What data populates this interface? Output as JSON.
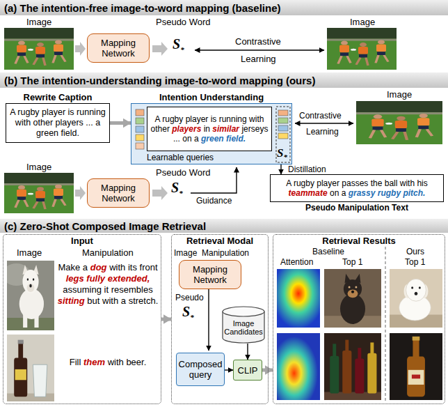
{
  "diagram": {
    "nodes": [
      {
        "text": [
          "(a) The intention-free image-to-word mapping (baseline)"
        ]
      },
      {
        "text": [
          "Mapping Network"
        ]
      },
      {
        "text": [
          "(b) The intention-understanding image-to-word mapping (ours)"
        ]
      },
      {
        "text": [
          "Rewrite Caption",
          "A rugby player is running with other players ... a green field."
        ]
      },
      {
        "text": [
          "Intention Understanding",
          "Learnable queries"
        ]
      },
      {
        "text": [
          "A rugby player is running with other players in similar jerseys ... on a green field."
        ],
        "in": 4
      },
      {
        "text": [
          "A rugby player passes the ball with his teammate on a grassy rugby pitch.",
          "Pseudo Manipulation Text"
        ]
      },
      {
        "text": [
          "Mapping Network"
        ]
      },
      {
        "text": [
          "(c) Zero-Shot Composed Image Retrieval"
        ]
      },
      {
        "text": [
          "Input"
        ]
      },
      {
        "text": [
          "Retrieval Modal"
        ]
      },
      {
        "text": [
          "Mapping Network"
        ],
        "in": 10
      },
      {
        "text": [
          "Image Candidates"
        ],
        "in": 10
      },
      {
        "text": [
          "Composed query"
        ],
        "in": 10
      },
      {
        "text": [
          "CLIP"
        ],
        "in": 10
      },
      {
        "text": [
          "Retrieval Results"
        ]
      }
    ],
    "edges": [
      {
        "from": 3,
        "to": 4,
        "arrow": "to"
      },
      {
        "from": 4,
        "to": 6,
        "arrow": "to",
        "label": "Distillation"
      },
      {
        "from": 9,
        "to": 10,
        "arrow": "to"
      },
      {
        "from": 13,
        "to": 14,
        "arrow": "to"
      },
      {
        "from": 12,
        "to": 14,
        "arrow": "to"
      },
      {
        "from": 14,
        "to": 15,
        "arrow": "to"
      }
    ],
    "labels": [
      "Image",
      "Pseudo Word",
      "S*",
      "Contrastive",
      "Learning",
      "Image",
      "S*",
      "Image",
      "Contrastive",
      "Learning",
      "Image",
      "Pseudo Word",
      "S*",
      "Guidance",
      "Image",
      "Manipulation",
      "Make a dog with its front legs fully extended, assuming it resembles sitting but with a stretch.",
      "Fill them with beer.",
      "Image",
      "Manipulation",
      "Pseudo",
      "S*",
      "Baseline",
      "Attention",
      "Top 1",
      "Ours",
      "Top 1"
    ]
  }
}
